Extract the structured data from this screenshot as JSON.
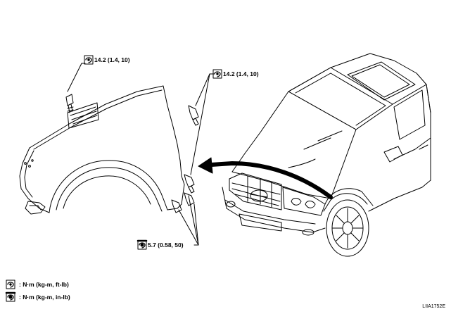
{
  "callouts": {
    "top_bolt": {
      "icon": "torque-wrench-icon",
      "value": "14.2 (1.4, 10)"
    },
    "upper_side_bolts": {
      "icon": "torque-wrench-icon",
      "value": "14.2 (1.4, 10)"
    },
    "lower_bolts": {
      "icon": "torque-wrench-small-icon",
      "value": "5.7 (0.58, 50)"
    }
  },
  "legend": [
    {
      "icon": "torque-wrench-icon",
      "text": ": N·m (kg-m, ft-lb)"
    },
    {
      "icon": "torque-wrench-small-icon",
      "text": ": N·m (kg-m, in-lb)"
    }
  ],
  "reference_code": "LIIA1752E",
  "colors": {
    "line": "#000000",
    "background": "#ffffff"
  }
}
